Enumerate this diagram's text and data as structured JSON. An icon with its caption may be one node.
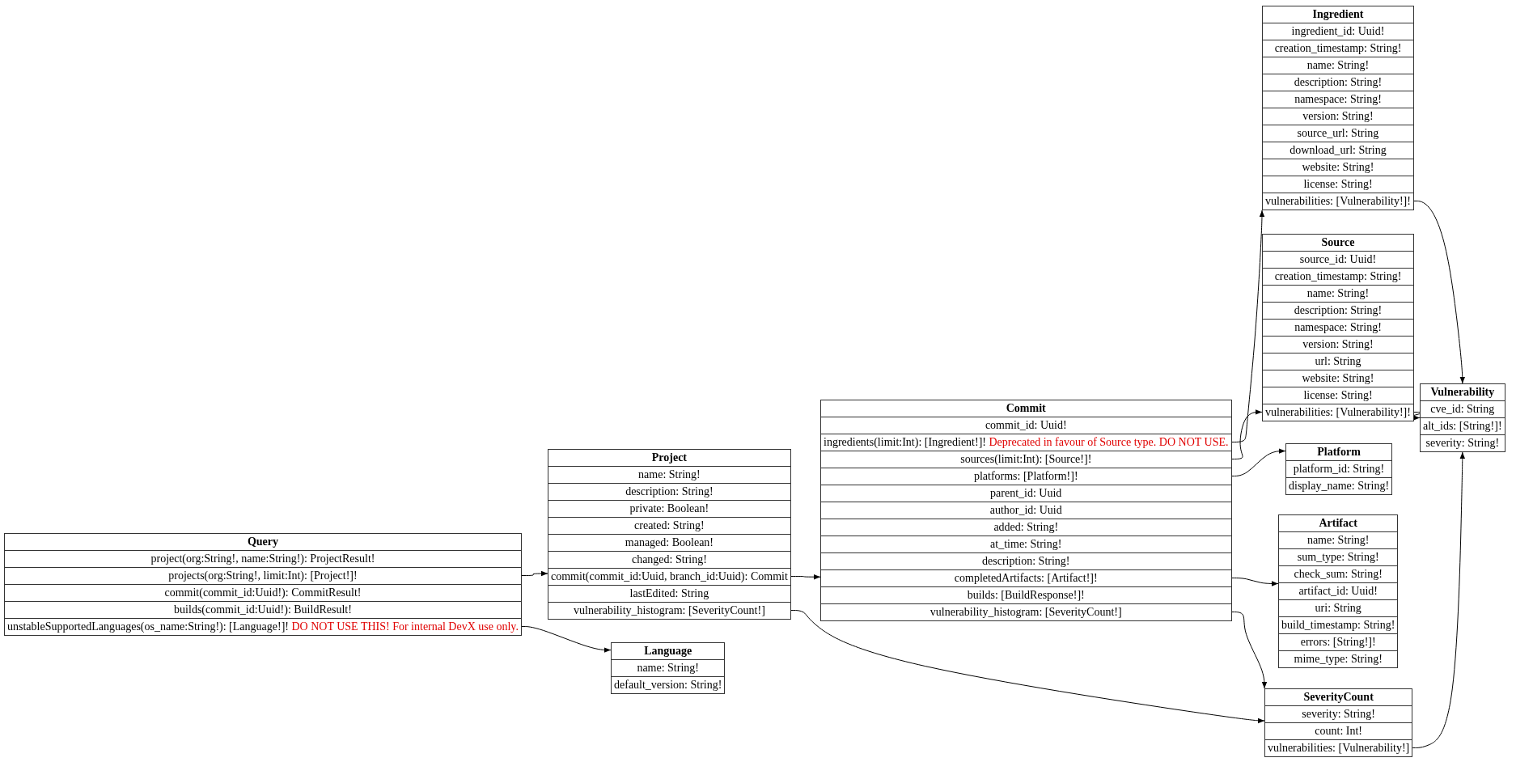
{
  "diagram": {
    "nodes": [
      {
        "text": [
          "Query",
          "project(org:String!, name:String!): ProjectResult!",
          "projects(org:String!, limit:Int): [Project!]!",
          "commit(commit_id:Uuid!): CommitResult!",
          "builds(commit_id:Uuid!): BuildResult!",
          "unstableSupportedLanguages(os_name:String!): [Language!]!",
          "DO NOT USE THIS! For internal DevX use only."
        ]
      },
      {
        "text": [
          "Project",
          "name: String!",
          "description: String!",
          "private: Boolean!",
          "created: String!",
          "managed: Boolean!",
          "changed: String!",
          "commit(commit_id:Uuid, branch_id:Uuid): Commit",
          "lastEdited: String",
          "vulnerability_histogram: [SeverityCount!]"
        ]
      },
      {
        "text": [
          "Language",
          "name: String!",
          "default_version: String!"
        ]
      },
      {
        "text": [
          "Commit",
          "commit_id: Uuid!",
          "ingredients(limit:Int): [Ingredient!]!",
          "Deprecated in favour of Source type. DO NOT USE.",
          "sources(limit:Int): [Source!]!",
          "platforms: [Platform!]!",
          "parent_id: Uuid",
          "author_id: Uuid",
          "added: String!",
          "at_time: String!",
          "description: String!",
          "completedArtifacts: [Artifact!]!",
          "builds: [BuildResponse!]!",
          "vulnerability_histogram: [SeverityCount!]"
        ]
      },
      {
        "text": [
          "Ingredient",
          "ingredient_id: Uuid!",
          "creation_timestamp: String!",
          "name: String!",
          "description: String!",
          "namespace: String!",
          "version: String!",
          "source_url: String",
          "download_url: String",
          "website: String!",
          "license: String!",
          "vulnerabilities: [Vulnerability!]!"
        ]
      },
      {
        "text": [
          "Source",
          "source_id: Uuid!",
          "creation_timestamp: String!",
          "name: String!",
          "description: String!",
          "namespace: String!",
          "version: String!",
          "url: String",
          "website: String!",
          "license: String!",
          "vulnerabilities: [Vulnerability!]!"
        ]
      },
      {
        "text": [
          "Vulnerability",
          "cve_id: String",
          "alt_ids: [String!]!",
          "severity: String!"
        ]
      },
      {
        "text": [
          "Platform",
          "platform_id: String!",
          "display_name: String!"
        ]
      },
      {
        "text": [
          "Artifact",
          "name: String!",
          "sum_type: String!",
          "check_sum: String!",
          "artifact_id: Uuid!",
          "uri: String",
          "build_timestamp: String!",
          "errors: [String!]!",
          "mime_type: String!"
        ]
      },
      {
        "text": [
          "SeverityCount",
          "severity: String!",
          "count: Int!",
          "vulnerabilities: [Vulnerability!]"
        ]
      }
    ],
    "edges": [
      {
        "from": 0,
        "to": 1,
        "arrow": "to"
      },
      {
        "from": 0,
        "to": 2,
        "arrow": "to"
      },
      {
        "from": 1,
        "to": 3,
        "arrow": "to"
      },
      {
        "from": 1,
        "to": 9,
        "arrow": "to"
      },
      {
        "from": 3,
        "to": 4,
        "arrow": "to"
      },
      {
        "from": 3,
        "to": 5,
        "arrow": "to"
      },
      {
        "from": 3,
        "to": 7,
        "arrow": "to"
      },
      {
        "from": 3,
        "to": 8,
        "arrow": "to"
      },
      {
        "from": 3,
        "to": 9,
        "arrow": "to"
      },
      {
        "from": 4,
        "to": 6,
        "arrow": "to"
      },
      {
        "from": 5,
        "to": 6,
        "arrow": "to"
      },
      {
        "from": 9,
        "to": 6,
        "arrow": "to"
      }
    ]
  }
}
